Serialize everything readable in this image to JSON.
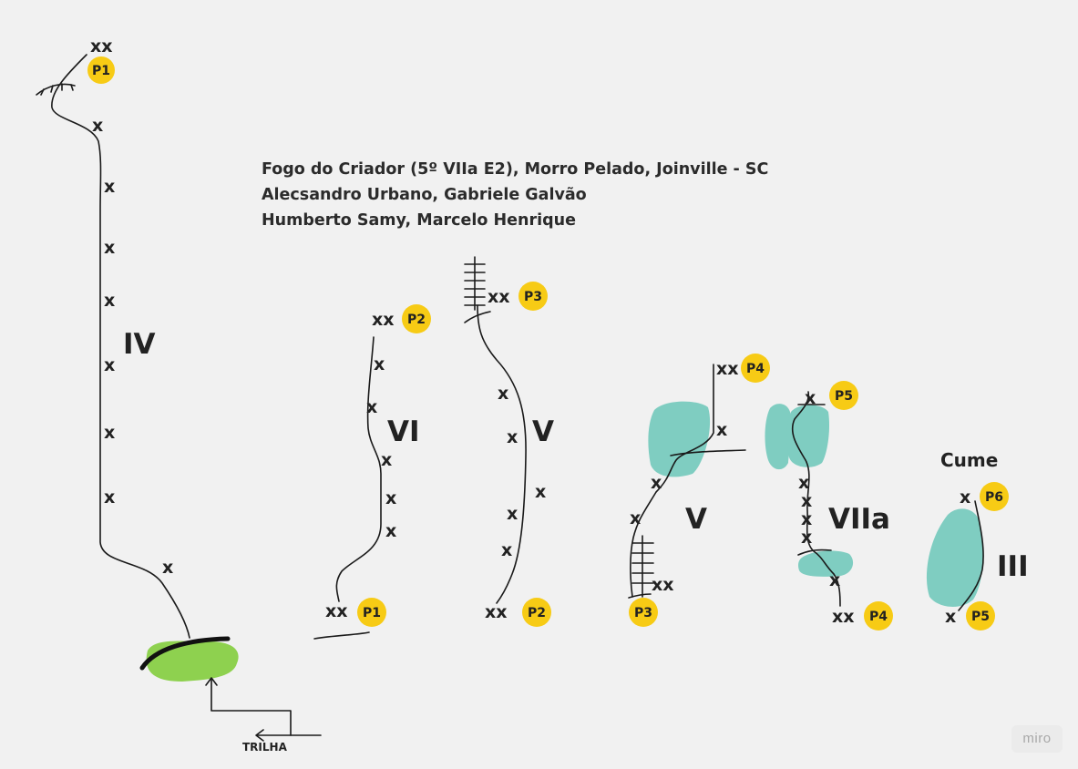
{
  "title": {
    "line1": "Fogo do Criador (5º VIIa E2), Morro Pelado, Joinville - SC",
    "line2": "Alecsandro Urbano, Gabriele Galvão",
    "line3": "Humberto Samy, Marcelo Henrique"
  },
  "grades": {
    "pitch1": "IV",
    "pitch2": "VI",
    "pitch3": "V",
    "pitch4": "V",
    "pitch5": "VIIa",
    "pitch6": "III"
  },
  "belays": {
    "p1": "P1",
    "p2": "P2",
    "p3": "P3",
    "p4": "P4",
    "p5": "P5",
    "p6": "P6"
  },
  "symbols": {
    "bolt": "x",
    "anchor": "xx"
  },
  "summit_label": "Cume",
  "trail_label": "TRILHA",
  "watermark": "miro",
  "colors": {
    "belay_fill": "#f7cb15",
    "rock_feature": "#7fcdc1",
    "start_boulder": "#8ed14f",
    "background": "#f1f1f1",
    "line": "#1a1a1a"
  }
}
